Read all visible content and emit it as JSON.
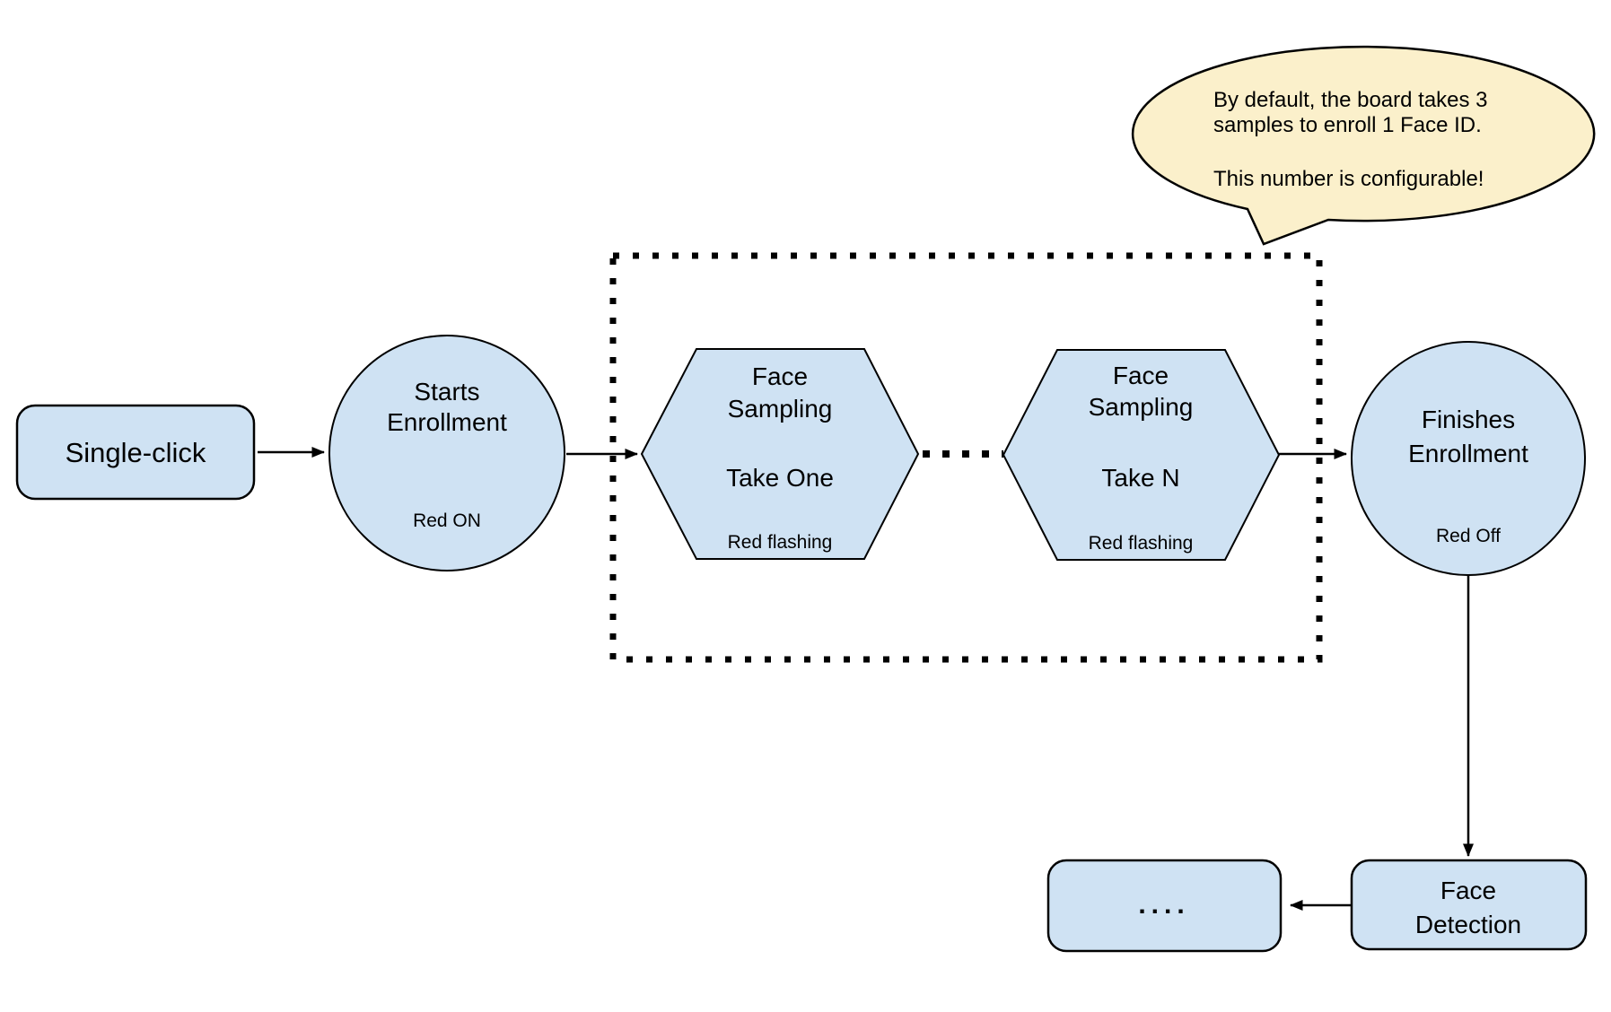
{
  "colors": {
    "node_fill": "#cfe2f3",
    "node_stroke": "#000000",
    "bubble_fill": "#fbf0cb",
    "arrow": "#000000",
    "background": "#ffffff"
  },
  "nodes": {
    "single_click": {
      "label": "Single-click"
    },
    "starts_enrollment": {
      "title_line1": "Starts",
      "title_line2": "Enrollment",
      "status": "Red ON"
    },
    "sampling_take_one": {
      "title_line1": "Face",
      "title_line2": "Sampling",
      "action": "Take One",
      "status": "Red flashing"
    },
    "sampling_take_n": {
      "title_line1": "Face",
      "title_line2": "Sampling",
      "action": "Take N",
      "status": "Red flashing"
    },
    "finishes_enrollment": {
      "title_line1": "Finishes",
      "title_line2": "Enrollment",
      "status": "Red Off"
    },
    "face_detection": {
      "title_line1": "Face",
      "title_line2": "Detection"
    },
    "continuation": {
      "label": "...."
    }
  },
  "callout": {
    "text_line1": "By default, the board takes 3",
    "text_line2": "samples to enroll 1 Face ID.",
    "text_line3": "This number is configurable!"
  }
}
